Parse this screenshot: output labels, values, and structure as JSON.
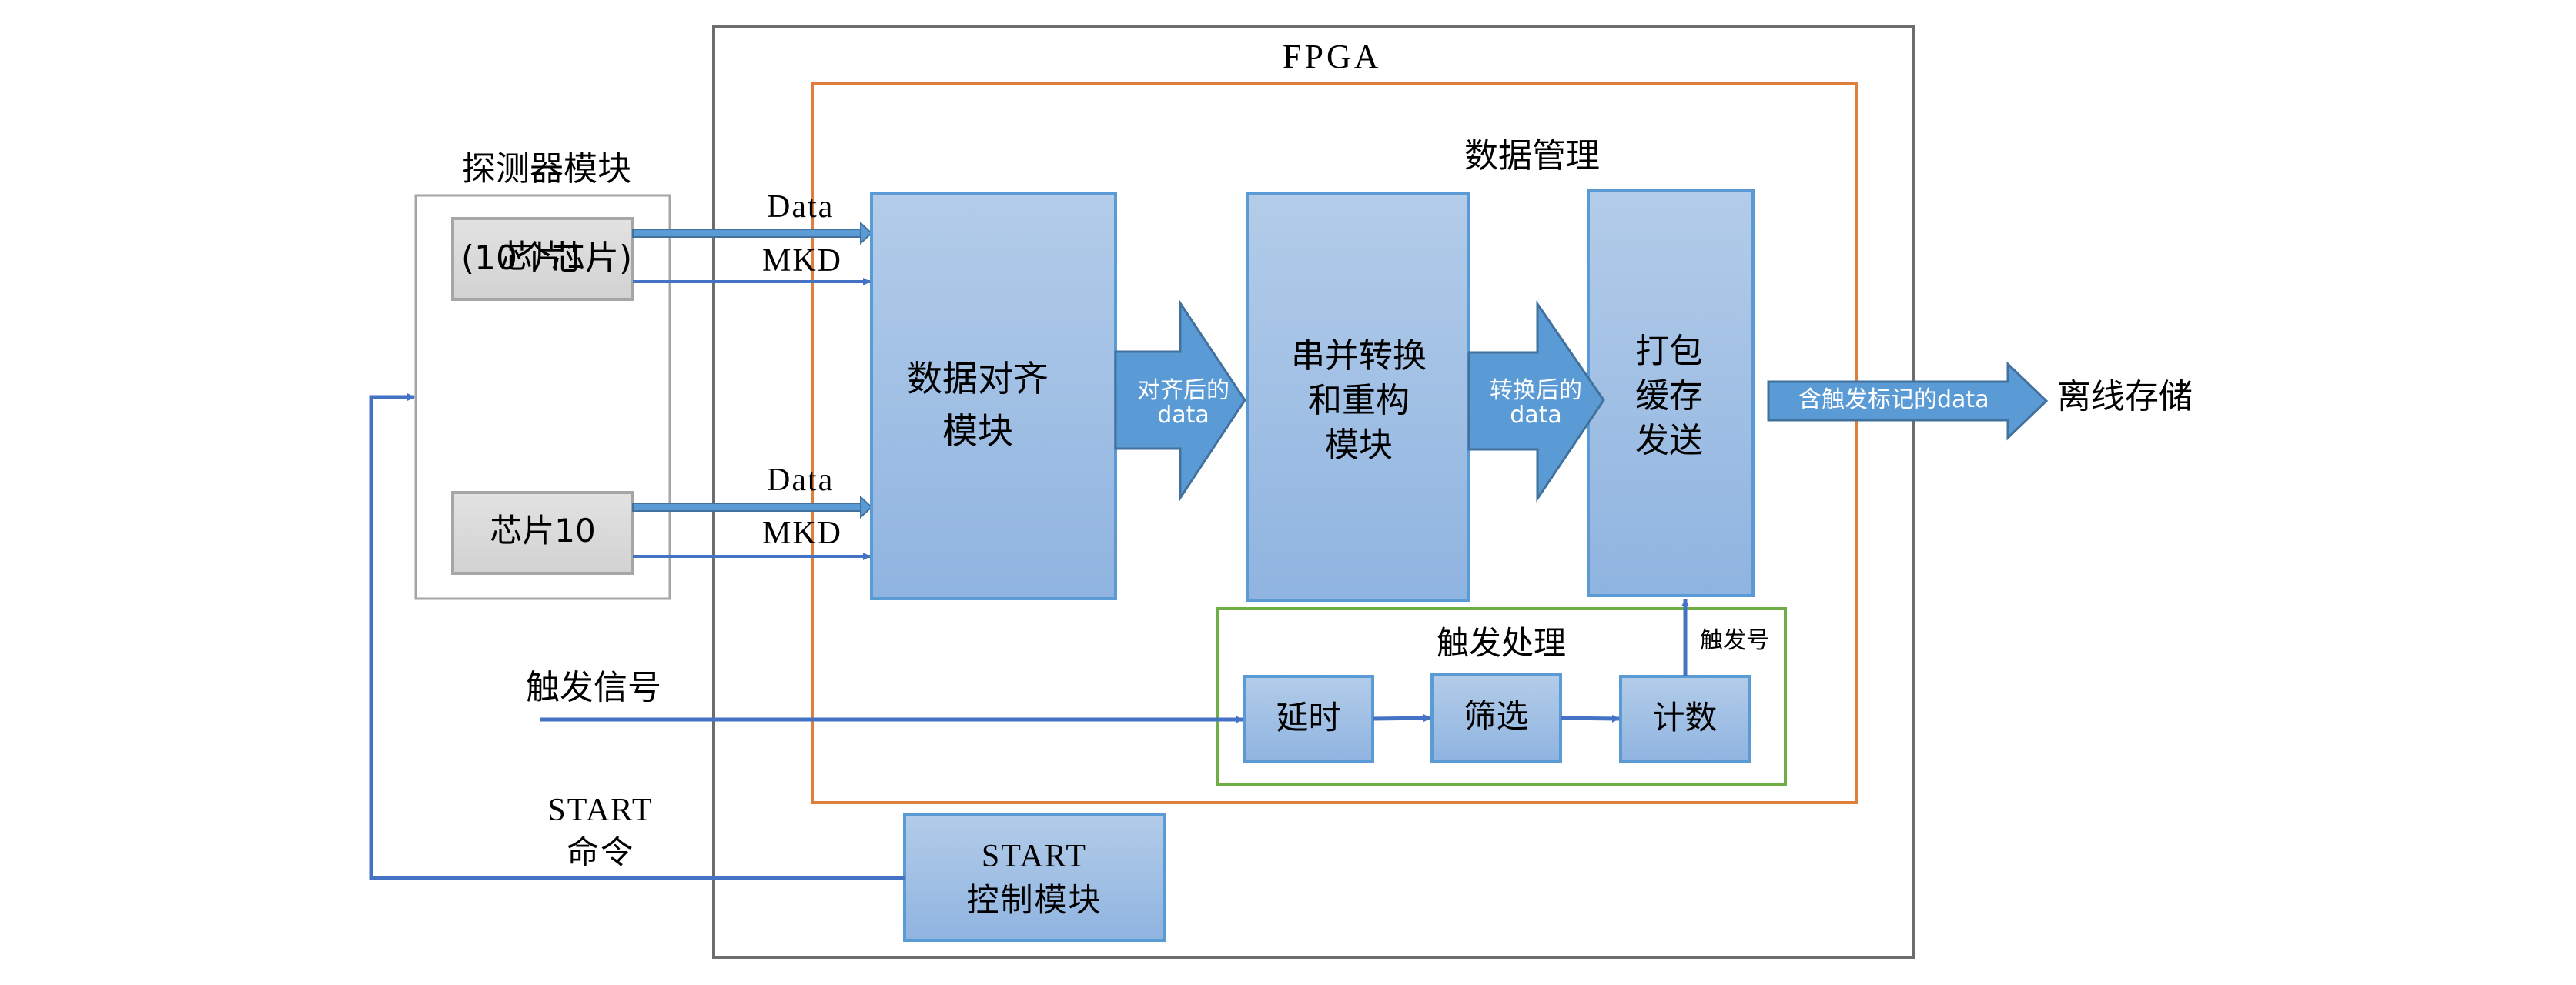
{
  "title": "FPGA",
  "colors": {
    "fpga_border": "#6d6d6d",
    "data_mgmt_border": "#e07e3c",
    "trigger_border": "#70ad47",
    "detector_border": "#a6a6a6",
    "chip_fill": "#d9d9d9",
    "block_fill_top": "#b3cce9",
    "block_fill_bottom": "#8fb4e0",
    "block_border": "#5b9bd5",
    "arrow_fill": "#5b9bd5",
    "arrow_stroke": "#41719c",
    "line_blue": "#4472c4"
  },
  "detector": {
    "title_line1": "探测器模块",
    "title_line2": "(10个芯片)",
    "chips": [
      {
        "label": "芯片1",
        "data_label": "Data",
        "mkd_label": "MKD"
      },
      {
        "label": "芯片10",
        "data_label": "Data",
        "mkd_label": "MKD"
      }
    ]
  },
  "fpga": {
    "label": "FPGA",
    "data_management": {
      "label": "数据管理",
      "align_module": "数据对齐\n模块",
      "align_arrow": "对齐后的\ndata",
      "serial_module": "串并转换\n和重构\n模块",
      "serial_arrow": "转换后的\ndata",
      "pack_module": "打包\n缓存\n发送",
      "trigger_processing": {
        "label": "触发处理",
        "delay": "延时",
        "filter": "筛选",
        "count": "计数",
        "trigger_number_label": "触发号"
      }
    },
    "start_module": "START\n控制模块"
  },
  "external": {
    "trigger_signal": "触发信号",
    "start_command": "START\n命令",
    "output_arrow": "含触发标记的data",
    "offline_storage": "离线存储"
  }
}
